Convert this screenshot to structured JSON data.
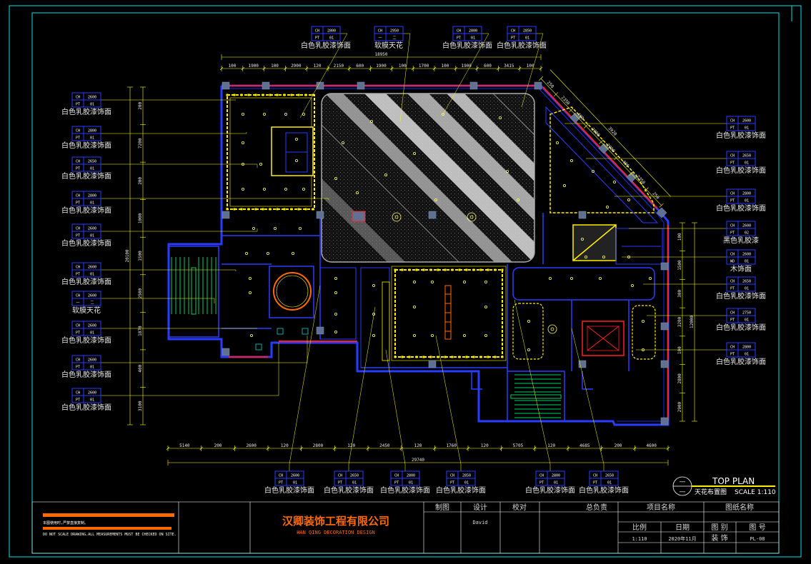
{
  "drawing": {
    "title_en": "TOP PLAN",
    "title_cn": "天花布置图",
    "scale_label": "SCALE 1:110",
    "title_symbol_top": "—",
    "title_symbol_bottom": "—"
  },
  "company": {
    "name_cn": "汉卿装饰工程有限公司",
    "name_en": "HAN QING DECORATION DESIGN"
  },
  "notes": {
    "line1": "本图使用时,严禁直接复制。",
    "line2": "DO NOT SCALE DRAWING.ALL MEASUREMENTS MUST BE CHECKED ON SITE."
  },
  "title_block": {
    "drawn_label": "制图",
    "design_label": "设计",
    "check_label": "校对",
    "chief_label": "总负责",
    "project_label": "项目名称",
    "sheet_label": "图纸名称",
    "designer": "David",
    "scale_label": "比例",
    "scale_value": "1:110",
    "date_label": "日期",
    "date_value": "2020年11月",
    "category_label": "图 别",
    "category_value": "装 饰",
    "number_label": "图 号",
    "number_value": "PL-08"
  },
  "top_dims": {
    "overall": "18950",
    "segments": [
      "100",
      "1900",
      "100",
      "2900",
      "120",
      "2150",
      "600",
      "1900",
      "100",
      "1700",
      "100",
      "1900",
      "600",
      "3415",
      "100"
    ]
  },
  "bottom_dims": {
    "overall": "29740",
    "segments": [
      "5140",
      "200",
      "2600",
      "120",
      "2800",
      "120",
      "2450",
      "120",
      "1760",
      "120",
      "5705",
      "120",
      "4685",
      "200",
      "4600"
    ]
  },
  "left_dims": {
    "overall": "20100",
    "segments": [
      "200",
      "7200",
      "200",
      "1000",
      "1500",
      "2500",
      "1870",
      "400",
      "3100"
    ]
  },
  "right_dims": {
    "overall": "12000",
    "segments": [
      "100",
      "1500",
      "300",
      "3200",
      "100",
      "2800",
      "2900"
    ]
  },
  "diagonal_dims": {
    "overall": "3920",
    "segments": [
      "250",
      "2350",
      "400",
      "2000",
      "2000",
      "400",
      "2350",
      "250"
    ]
  },
  "tags": {
    "top": [
      {
        "code1": "CH",
        "val1": "2800",
        "code2": "PT",
        "val2": "01",
        "label": "白色乳胶漆饰面"
      },
      {
        "code1": "CH",
        "val1": "2950",
        "code2": "一",
        "val2": "二",
        "label": "软膜天花"
      },
      {
        "code1": "CH",
        "val1": "2800",
        "code2": "PT",
        "val2": "01",
        "label": "白色乳胶漆饰面"
      },
      {
        "code1": "CH",
        "val1": "2850",
        "code2": "PT",
        "val2": "01",
        "label": "白色乳胶漆饰面"
      }
    ],
    "left": [
      {
        "code1": "CH",
        "val1": "2600",
        "code2": "PT",
        "val2": "01",
        "label": "白色乳胶漆饰面"
      },
      {
        "code1": "CH",
        "val1": "2800",
        "code2": "PT",
        "val2": "01",
        "label": "白色乳胶漆饰面"
      },
      {
        "code1": "CH",
        "val1": "2650",
        "code2": "PT",
        "val2": "01",
        "label": "白色乳胶漆饰面"
      },
      {
        "code1": "CH",
        "val1": "2800",
        "code2": "PT",
        "val2": "01",
        "label": "白色乳胶漆饰面"
      },
      {
        "code1": "CH",
        "val1": "2600",
        "code2": "PT",
        "val2": "01",
        "label": "白色乳胶漆饰面"
      },
      {
        "code1": "CH",
        "val1": "2600",
        "code2": "PT",
        "val2": "01",
        "label": "白色乳胶漆饰面"
      },
      {
        "code1": "CH",
        "val1": "2600",
        "code2": "一",
        "val2": "二",
        "label": "软膜天花"
      },
      {
        "code1": "CH",
        "val1": "2600",
        "code2": "PT",
        "val2": "01",
        "label": "白色乳胶漆饰面"
      },
      {
        "code1": "CH",
        "val1": "2600",
        "code2": "PT",
        "val2": "01",
        "label": "白色乳胶漆饰面"
      },
      {
        "code1": "CH",
        "val1": "2600",
        "code2": "PT",
        "val2": "01",
        "label": "白色乳胶漆饰面"
      }
    ],
    "right": [
      {
        "code1": "CH",
        "val1": "2600",
        "code2": "PT",
        "val2": "01",
        "label": "白色乳胶漆饰面"
      },
      {
        "code1": "CH",
        "val1": "2650",
        "code2": "PT",
        "val2": "01",
        "label": "白色乳胶漆饰面"
      },
      {
        "code1": "CH",
        "val1": "2800",
        "code2": "PT",
        "val2": "01",
        "label": "白色乳胶漆饰面"
      },
      {
        "code1": "CH",
        "val1": "2600",
        "code2": "PT",
        "val2": "02",
        "label": "黑色乳胶漆"
      },
      {
        "code1": "CH",
        "val1": "2600",
        "code2": "WD",
        "val2": "01",
        "label": "木饰面"
      },
      {
        "code1": "CH",
        "val1": "2650",
        "code2": "PT",
        "val2": "01",
        "label": "白色乳胶漆饰面"
      },
      {
        "code1": "CH",
        "val1": "2750",
        "code2": "PT",
        "val2": "01",
        "label": "白色乳胶漆饰面"
      },
      {
        "code1": "CH",
        "val1": "2800",
        "code2": "PT",
        "val2": "01",
        "label": "白色乳胶漆饰面"
      }
    ],
    "bottom": [
      {
        "code1": "CH",
        "val1": "2600",
        "code2": "PT",
        "val2": "01",
        "label": "白色乳胶漆饰面"
      },
      {
        "code1": "CH",
        "val1": "2650",
        "code2": "PT",
        "val2": "01",
        "label": "白色乳胶漆饰面"
      },
      {
        "code1": "CH",
        "val1": "2800",
        "code2": "PT",
        "val2": "01",
        "label": "白色乳胶漆饰面"
      },
      {
        "code1": "CH",
        "val1": "2850",
        "code2": "PT",
        "val2": "01",
        "label": "白色乳胶漆饰面"
      },
      {
        "code1": "CH",
        "val1": "2800",
        "code2": "PT",
        "val2": "01",
        "label": "白色乳胶漆饰面"
      },
      {
        "code1": "CH",
        "val1": "2650",
        "code2": "PT",
        "val2": "01",
        "label": "白色乳胶漆饰面"
      }
    ]
  },
  "colors": {
    "background": "#000000",
    "frame": "#00e5e5",
    "wall": "#2a3cff",
    "ceiling_edge": "#ffee00",
    "light": "#ffff66",
    "dimension": "#ffff00",
    "leader": "#ffff00",
    "stair": "#00cc66",
    "accent_red": "#ff2020",
    "orange": "#ff6a00",
    "column": "#607090"
  }
}
